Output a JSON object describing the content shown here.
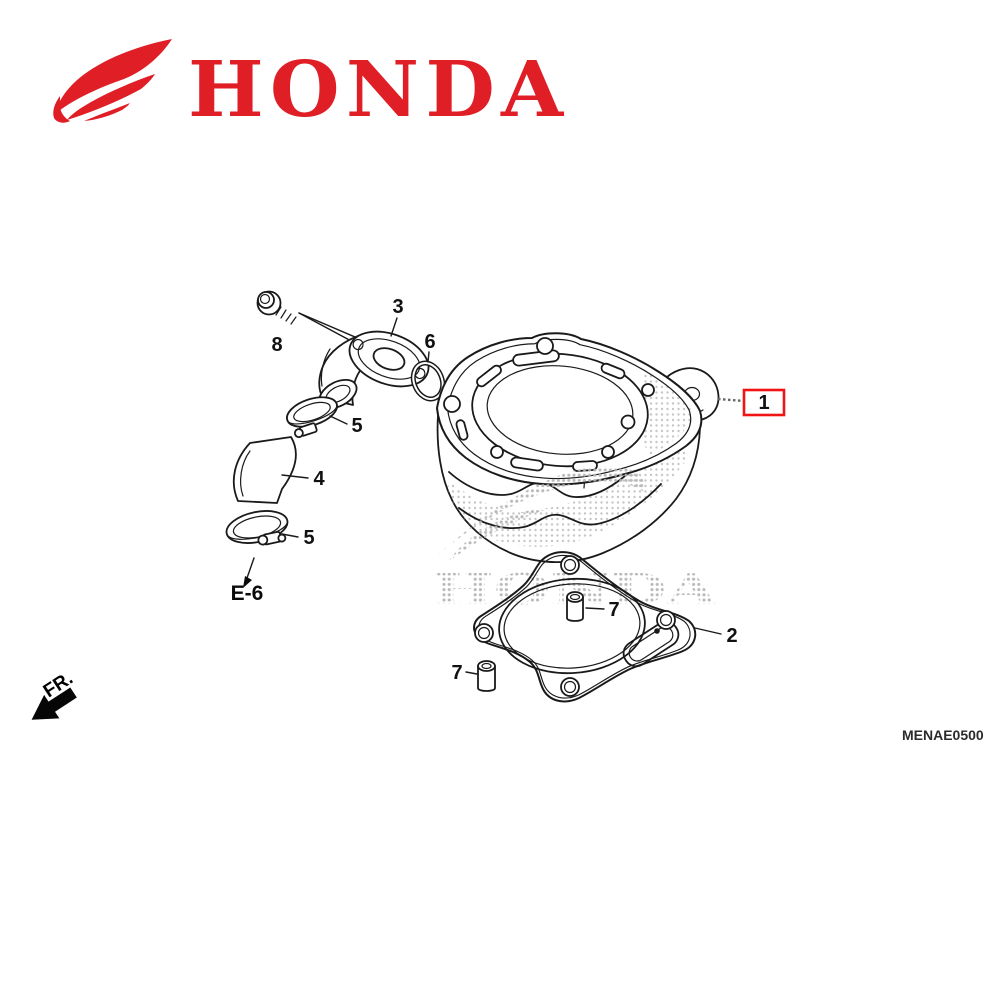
{
  "brand": {
    "wordmark": "HONDA",
    "color": "#E01E26"
  },
  "diagram": {
    "code": "MENAE0500",
    "front_label": "FR.",
    "ref_label": "E-6",
    "watermark_text": "HONDA",
    "highlight_color": "#F01414",
    "line_color": "#1a1a1a",
    "callouts": [
      {
        "label": "1",
        "highlighted": true
      },
      {
        "label": "2"
      },
      {
        "label": "3"
      },
      {
        "label": "4"
      },
      {
        "label": "5"
      },
      {
        "label": "5"
      },
      {
        "label": "6"
      },
      {
        "label": "7"
      },
      {
        "label": "7"
      },
      {
        "label": "8"
      }
    ]
  }
}
